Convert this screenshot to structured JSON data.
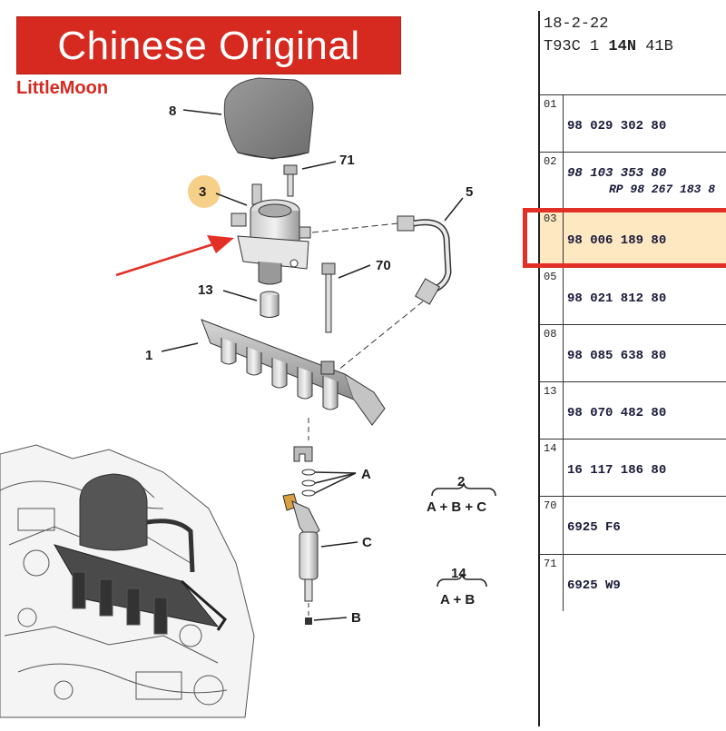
{
  "banner": {
    "title": "Chinese Original",
    "brand": "LittleMoon"
  },
  "header": {
    "date": "18-2-22",
    "code_prefix": "T93C 1 ",
    "code_bold": "14N",
    "code_suffix": " 41B"
  },
  "parts": [
    {
      "num": "01",
      "pn": "98 029 302 80"
    },
    {
      "num": "02",
      "pn": "98 103 353 80",
      "pn2": "RP 98 267 183 8"
    },
    {
      "num": "03",
      "pn": "98 006 189 80",
      "highlight": true
    },
    {
      "num": "05",
      "pn": "98 021 812 80"
    },
    {
      "num": "08",
      "pn": "98 085 638 80"
    },
    {
      "num": "13",
      "pn": "98 070 482 80"
    },
    {
      "num": "14",
      "pn": "16 117 186 80"
    },
    {
      "num": "70",
      "pn": "6925 F6"
    },
    {
      "num": "71",
      "pn": "6925 W9"
    }
  ],
  "diagram": {
    "labels": {
      "l1": "1",
      "l3": "3",
      "l5": "5",
      "l8": "8",
      "l13": "13",
      "l70": "70",
      "l71": "71",
      "lA": "A",
      "lB": "B",
      "lC": "C",
      "kit2": "2",
      "kit2_formula": "A + B + C",
      "kit14": "14",
      "kit14_formula": "A + B"
    }
  },
  "colors": {
    "banner": "#d62a20",
    "highlight_border": "#e33026",
    "highlight_fill": "#fde8c2",
    "arrow": "#e33026"
  }
}
